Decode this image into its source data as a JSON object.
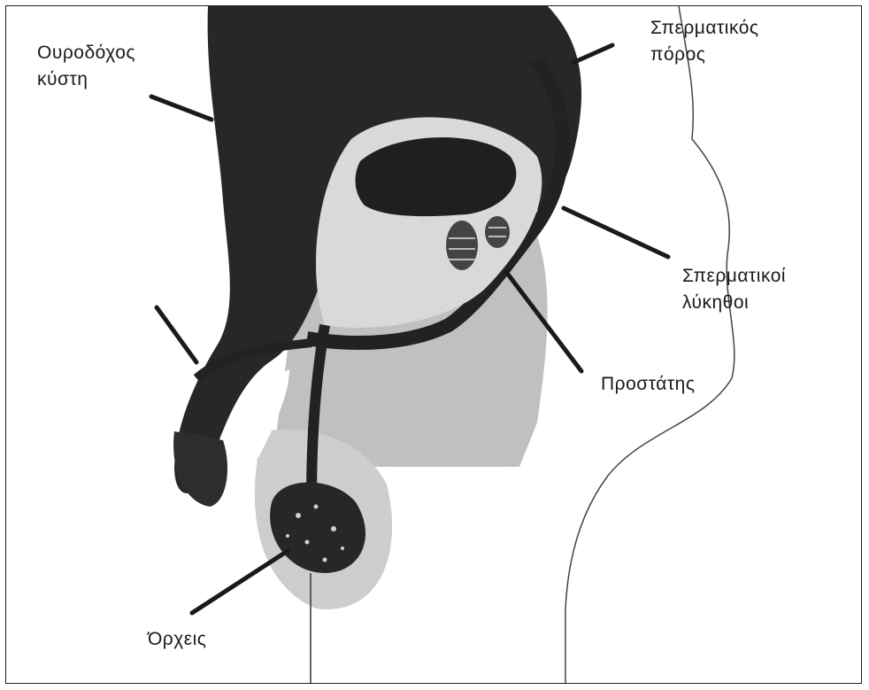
{
  "labels": {
    "bladder": [
      "Ουροδόχος",
      "κύστη"
    ],
    "vas_deferens": [
      "Σπερματικός",
      "πόρος"
    ],
    "seminal_vesicles": [
      "Σπερματικοί",
      "λύκηθοι"
    ],
    "prostate": [
      "Προστάτης"
    ],
    "testes": [
      "Όρχεις"
    ]
  },
  "colors": {
    "organ_dark": "#222222",
    "organ_mid": "#555555",
    "organ_light": "#d8d8d8",
    "line": "#1a1a1a"
  }
}
